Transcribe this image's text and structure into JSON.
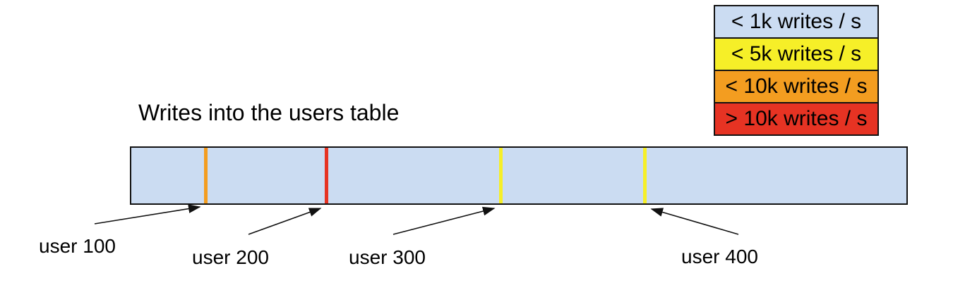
{
  "title": "Writes into the users table",
  "legend": {
    "items": [
      {
        "label": "< 1k writes / s",
        "color": "#cbdcf2"
      },
      {
        "label": "< 5k writes / s",
        "color": "#f6ef28"
      },
      {
        "label": "< 10k writes / s",
        "color": "#f39d20"
      },
      {
        "label": "> 10k writes / s",
        "color": "#e63323"
      }
    ]
  },
  "bar": {
    "fill": "#cbdcf2",
    "markers": [
      {
        "label": "user 100",
        "color": "#f39d20",
        "legend_match": "< 10k writes / s",
        "position_pct": 9.7
      },
      {
        "label": "user 200",
        "color": "#e63323",
        "legend_match": "> 10k writes / s",
        "position_pct": 25.3
      },
      {
        "label": "user 300",
        "color": "#f6ef28",
        "legend_match": "< 5k writes / s",
        "position_pct": 47.7
      },
      {
        "label": "user 400",
        "color": "#f6ef28",
        "legend_match": "< 5k writes / s",
        "position_pct": 66.2
      }
    ]
  }
}
